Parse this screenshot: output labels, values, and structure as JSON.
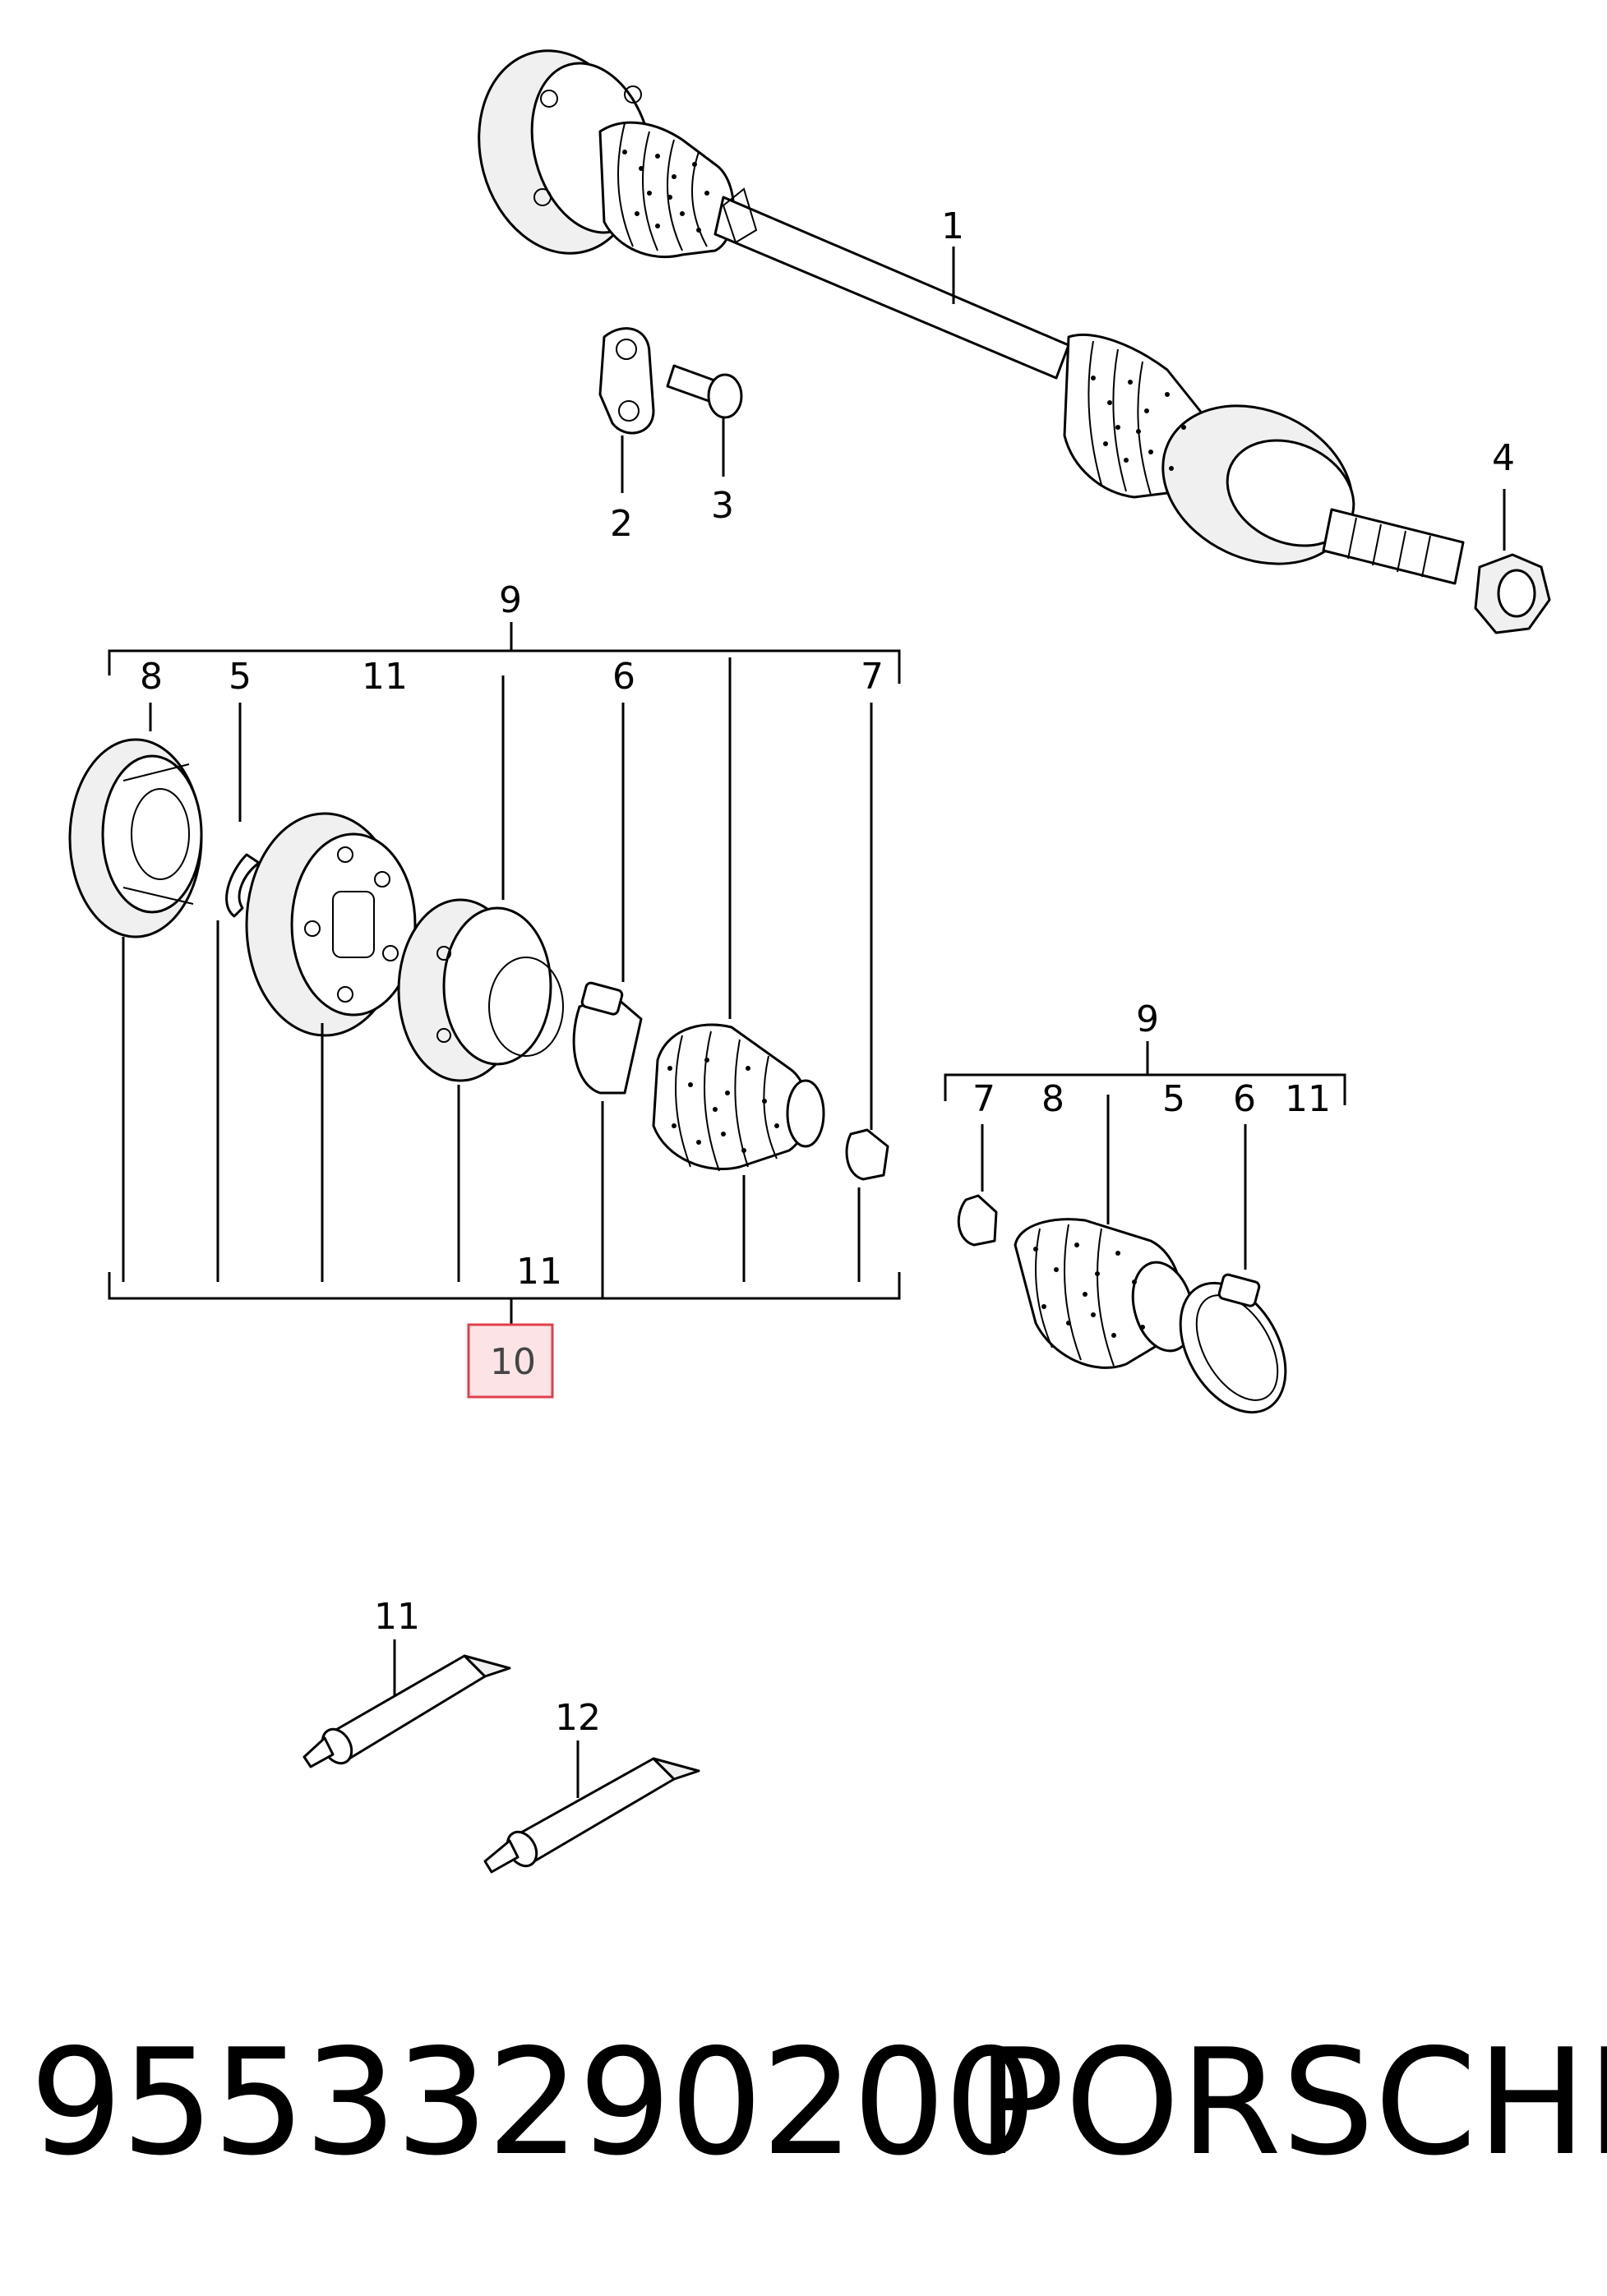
{
  "callouts": {
    "main": [
      "1",
      "2",
      "3",
      "4"
    ],
    "left_group_top": "9",
    "left_group": [
      "8",
      "5",
      "11",
      "6",
      "7"
    ],
    "left_group_bottom_label": "11",
    "highlighted": "10",
    "right_group_top": "9",
    "right_group": [
      "7",
      "8",
      "5",
      "6",
      "11"
    ],
    "tube_a": "11",
    "tube_b": "12"
  },
  "footer": {
    "part_number": "95533290200",
    "brand": "PORSCHE"
  },
  "colors": {
    "highlight_fill": "#fbe3e6",
    "highlight_border": "#e0404a"
  }
}
